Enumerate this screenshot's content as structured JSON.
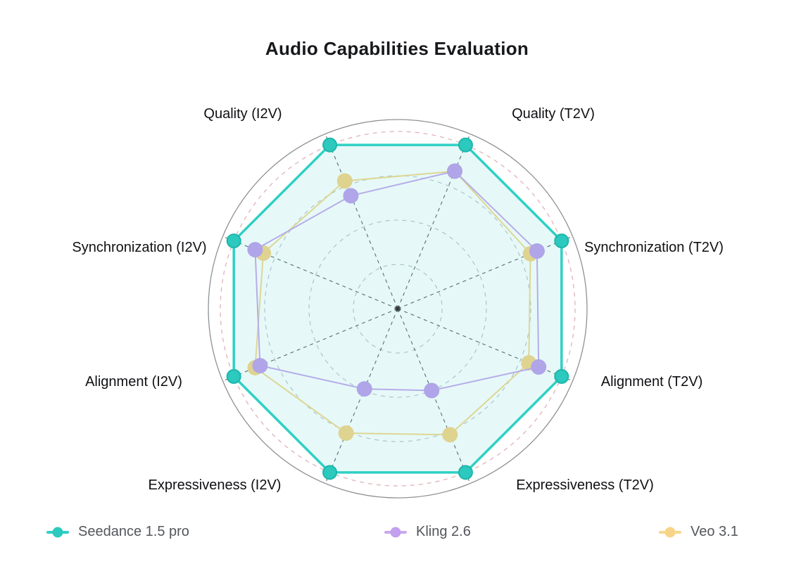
{
  "title": "Audio Capabilities Evaluation",
  "chart_data": {
    "type": "radar",
    "title": "Audio Capabilities Evaluation",
    "categories": [
      "Quality (T2V)",
      "Synchronization (T2V)",
      "Alignment (T2V)",
      "Expressiveness (T2V)",
      "Expressiveness (I2V)",
      "Alignment (I2V)",
      "Synchronization (I2V)",
      "Quality (I2V)"
    ],
    "axis_range": [
      0,
      1
    ],
    "rings": [
      0.25,
      0.5,
      0.75,
      1
    ],
    "grid": {
      "shape": "circular",
      "ring_style": "dashed",
      "spoke_style": "dashed",
      "outer_border": "solid",
      "ring_color": "#b9bfc6",
      "max_ring_color": "#dfb3b7",
      "spoke_color": "#5d6167",
      "outer_border_color": "#8e9196"
    },
    "legend_position": "bottom",
    "series": [
      {
        "name": "Seedance 1.5 pro",
        "color": "#2fd0c5",
        "fill": "rgba(47,208,197,0.12)",
        "point_color": "#2cc9be",
        "point_stroke": "#1db6ab",
        "values": [
          1,
          1,
          1,
          1,
          1,
          1,
          1,
          1
        ]
      },
      {
        "name": "Kling 2.6",
        "color": "#c9a9ef",
        "fill": "none",
        "point_color": "#c2a0ed",
        "point_stroke": "none",
        "values": [
          0.84,
          0.85,
          0.86,
          0.5,
          0.49,
          0.84,
          0.87,
          0.69
        ]
      },
      {
        "name": "Veo 3.1",
        "color": "#f6d88e",
        "fill": "none",
        "point_color": "#f8d489",
        "point_stroke": "none",
        "values": [
          0.84,
          0.81,
          0.8,
          0.77,
          0.76,
          0.87,
          0.82,
          0.78
        ]
      }
    ]
  }
}
